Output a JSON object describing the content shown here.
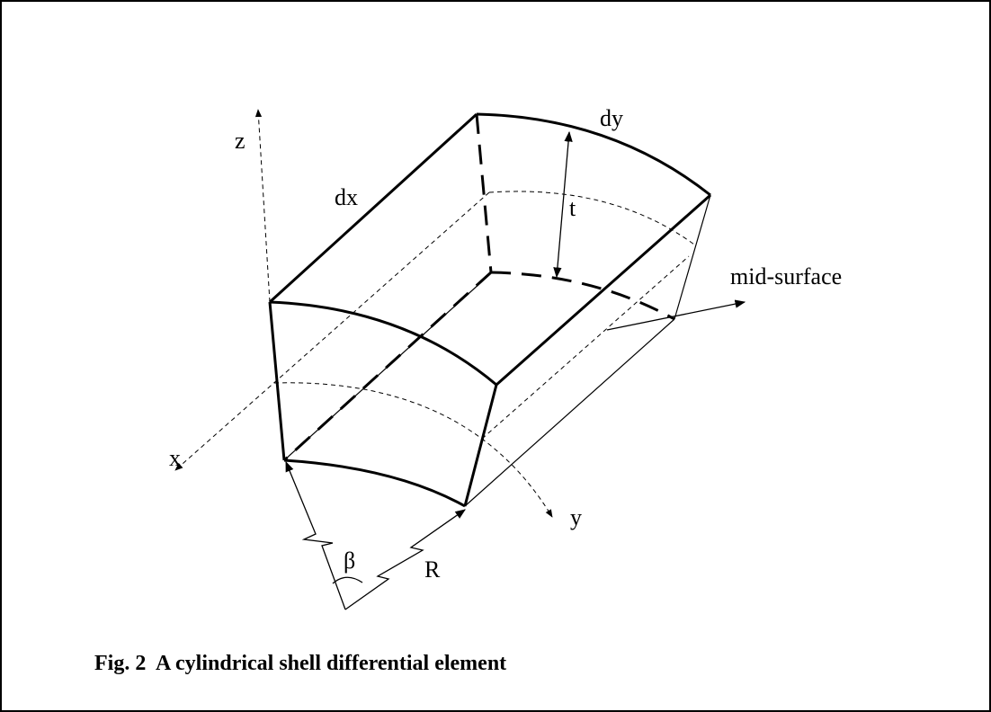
{
  "figure": {
    "caption": "Fig. 2  A cylindrical shell differential element",
    "labels": {
      "z_axis": "z",
      "x_axis": "x",
      "y_axis": "y",
      "dx": "dx",
      "dy": "dy",
      "thickness": "t",
      "mid_surface": "mid-surface",
      "radius": "R",
      "angle": "β"
    },
    "colors": {
      "line": "#000000",
      "background": "#ffffff"
    }
  }
}
